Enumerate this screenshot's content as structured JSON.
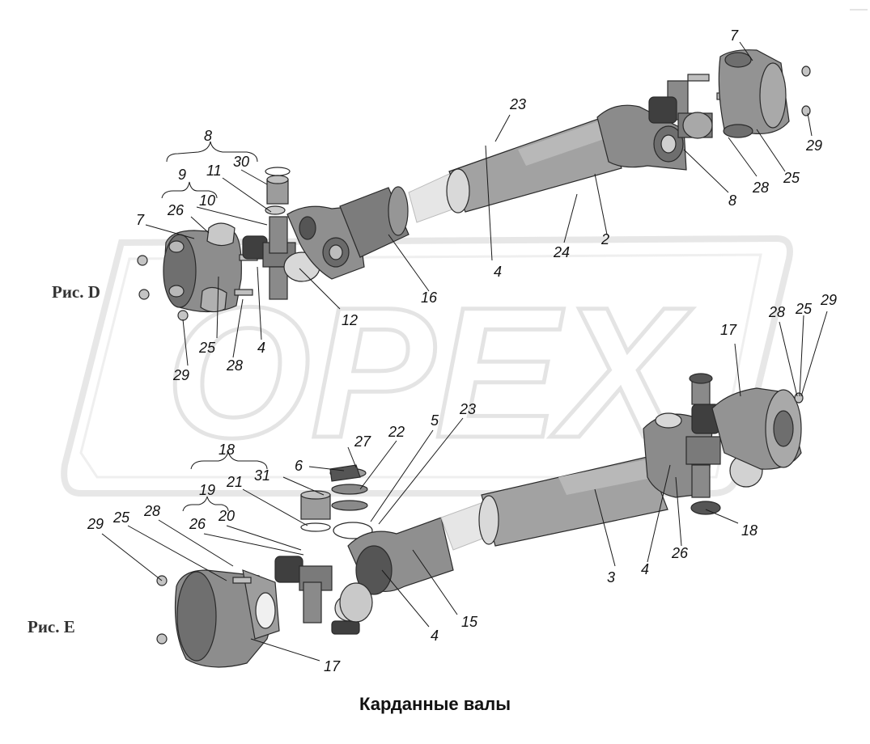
{
  "caption": "Карданные валы",
  "figure_labels": [
    "Рис. D",
    "Рис. E"
  ],
  "watermark": "OPEX",
  "colors": {
    "part_fill": "#9a9a9a",
    "part_dark": "#5e5e5e",
    "part_light": "#d6d6d6",
    "watermark": "#dcdcdc"
  },
  "callouts": [
    {
      "id": "d-8",
      "text": "8"
    },
    {
      "id": "d-9",
      "text": "9"
    },
    {
      "id": "d-11",
      "text": "11"
    },
    {
      "id": "d-30",
      "text": "30"
    },
    {
      "id": "d-10",
      "text": "10"
    },
    {
      "id": "d-26",
      "text": "26"
    },
    {
      "id": "d-7",
      "text": "7"
    },
    {
      "id": "d-12",
      "text": "12"
    },
    {
      "id": "d-16",
      "text": "16"
    },
    {
      "id": "d-25",
      "text": "25"
    },
    {
      "id": "d-4",
      "text": "4"
    },
    {
      "id": "d-29",
      "text": "29"
    },
    {
      "id": "d-28",
      "text": "28"
    },
    {
      "id": "d-23",
      "text": "23"
    },
    {
      "id": "d-4b",
      "text": "4"
    },
    {
      "id": "d-24",
      "text": "24"
    },
    {
      "id": "d-2",
      "text": "2"
    },
    {
      "id": "d-8b",
      "text": "8"
    },
    {
      "id": "d-7b",
      "text": "7"
    },
    {
      "id": "d-28b",
      "text": "28"
    },
    {
      "id": "d-25b",
      "text": "25"
    },
    {
      "id": "d-29b",
      "text": "29"
    },
    {
      "id": "e-28",
      "text": "28"
    },
    {
      "id": "e-25",
      "text": "25"
    },
    {
      "id": "e-29",
      "text": "29"
    },
    {
      "id": "e-17",
      "text": "17"
    },
    {
      "id": "e-18",
      "text": "18"
    },
    {
      "id": "e-19",
      "text": "19"
    },
    {
      "id": "e-31",
      "text": "31"
    },
    {
      "id": "e-21",
      "text": "21"
    },
    {
      "id": "e-27",
      "text": "27"
    },
    {
      "id": "e-6",
      "text": "6"
    },
    {
      "id": "e-22",
      "text": "22"
    },
    {
      "id": "e-5",
      "text": "5"
    },
    {
      "id": "e-23",
      "text": "23"
    },
    {
      "id": "e-29b",
      "text": "29"
    },
    {
      "id": "e-25b",
      "text": "25"
    },
    {
      "id": "e-28b",
      "text": "28"
    },
    {
      "id": "e-26",
      "text": "26"
    },
    {
      "id": "e-20",
      "text": "20"
    },
    {
      "id": "e-15",
      "text": "15"
    },
    {
      "id": "e-4",
      "text": "4"
    },
    {
      "id": "e-17b",
      "text": "17"
    },
    {
      "id": "e-3",
      "text": "3"
    },
    {
      "id": "e-4b",
      "text": "4"
    },
    {
      "id": "e-26b",
      "text": "26"
    },
    {
      "id": "e-18b",
      "text": "18"
    }
  ]
}
